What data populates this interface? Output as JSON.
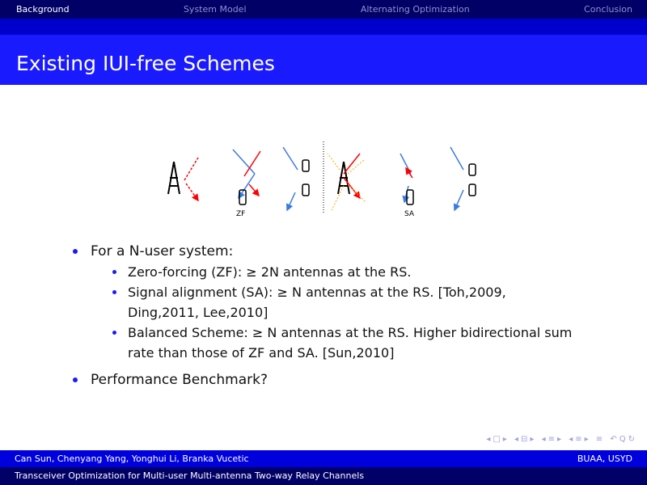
{
  "nav": {
    "items": [
      "Background",
      "System Model",
      "Alternating Optimization",
      "Conclusion"
    ]
  },
  "title": "Existing IUI-free Schemes",
  "figure": {
    "label_left": "ZF",
    "label_right": "SA"
  },
  "content": {
    "bullet1": "For a N-user system:",
    "sub": [
      "Zero-forcing (ZF): ≥ 2N antennas at the RS.",
      "Signal alignment (SA): ≥ N antennas at the RS. [Toh,2009, Ding,2011, Lee,2010]",
      "Balanced Scheme: ≥ N antennas at the RS. Higher bidirectional sum rate than those of ZF and SA. [Sun,2010]"
    ],
    "bullet2": "Performance Benchmark?"
  },
  "footer": {
    "authors": "Can Sun, Chenyang Yang, Yonghui Li, Branka Vucetic",
    "affiliation": "BUAA, USYD",
    "talk_title": "Transceiver Optimization for Multi-user Multi-antenna Two-way Relay Channels"
  }
}
